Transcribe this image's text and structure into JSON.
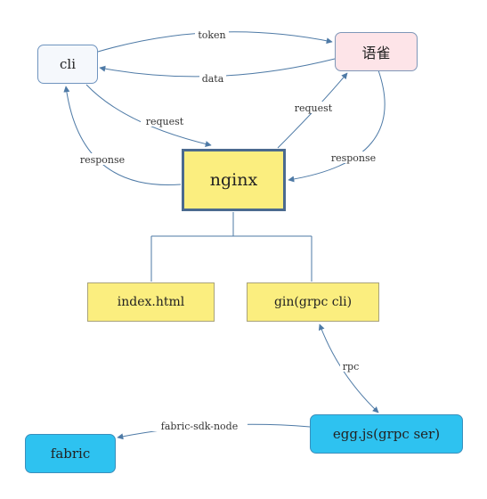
{
  "nodes": {
    "cli": "cli",
    "yuque": "语雀",
    "nginx": "nginx",
    "index": "index.html",
    "gin": "gin(grpc cli)",
    "egg": "egg.js(grpc ser)",
    "fabric": "fabric"
  },
  "edges": {
    "token": "token",
    "data": "data",
    "request_left": "request",
    "response_left": "response",
    "request_right": "request",
    "response_right": "response",
    "rpc": "rpc",
    "fabric_sdk": "fabric-sdk-node"
  },
  "colors": {
    "connector": "#4e7aa6",
    "yellow_box": "#fbee7f",
    "pink_box": "#fde4e8",
    "blue_box": "#2ec2f0",
    "light_box": "#f5f8fc"
  }
}
